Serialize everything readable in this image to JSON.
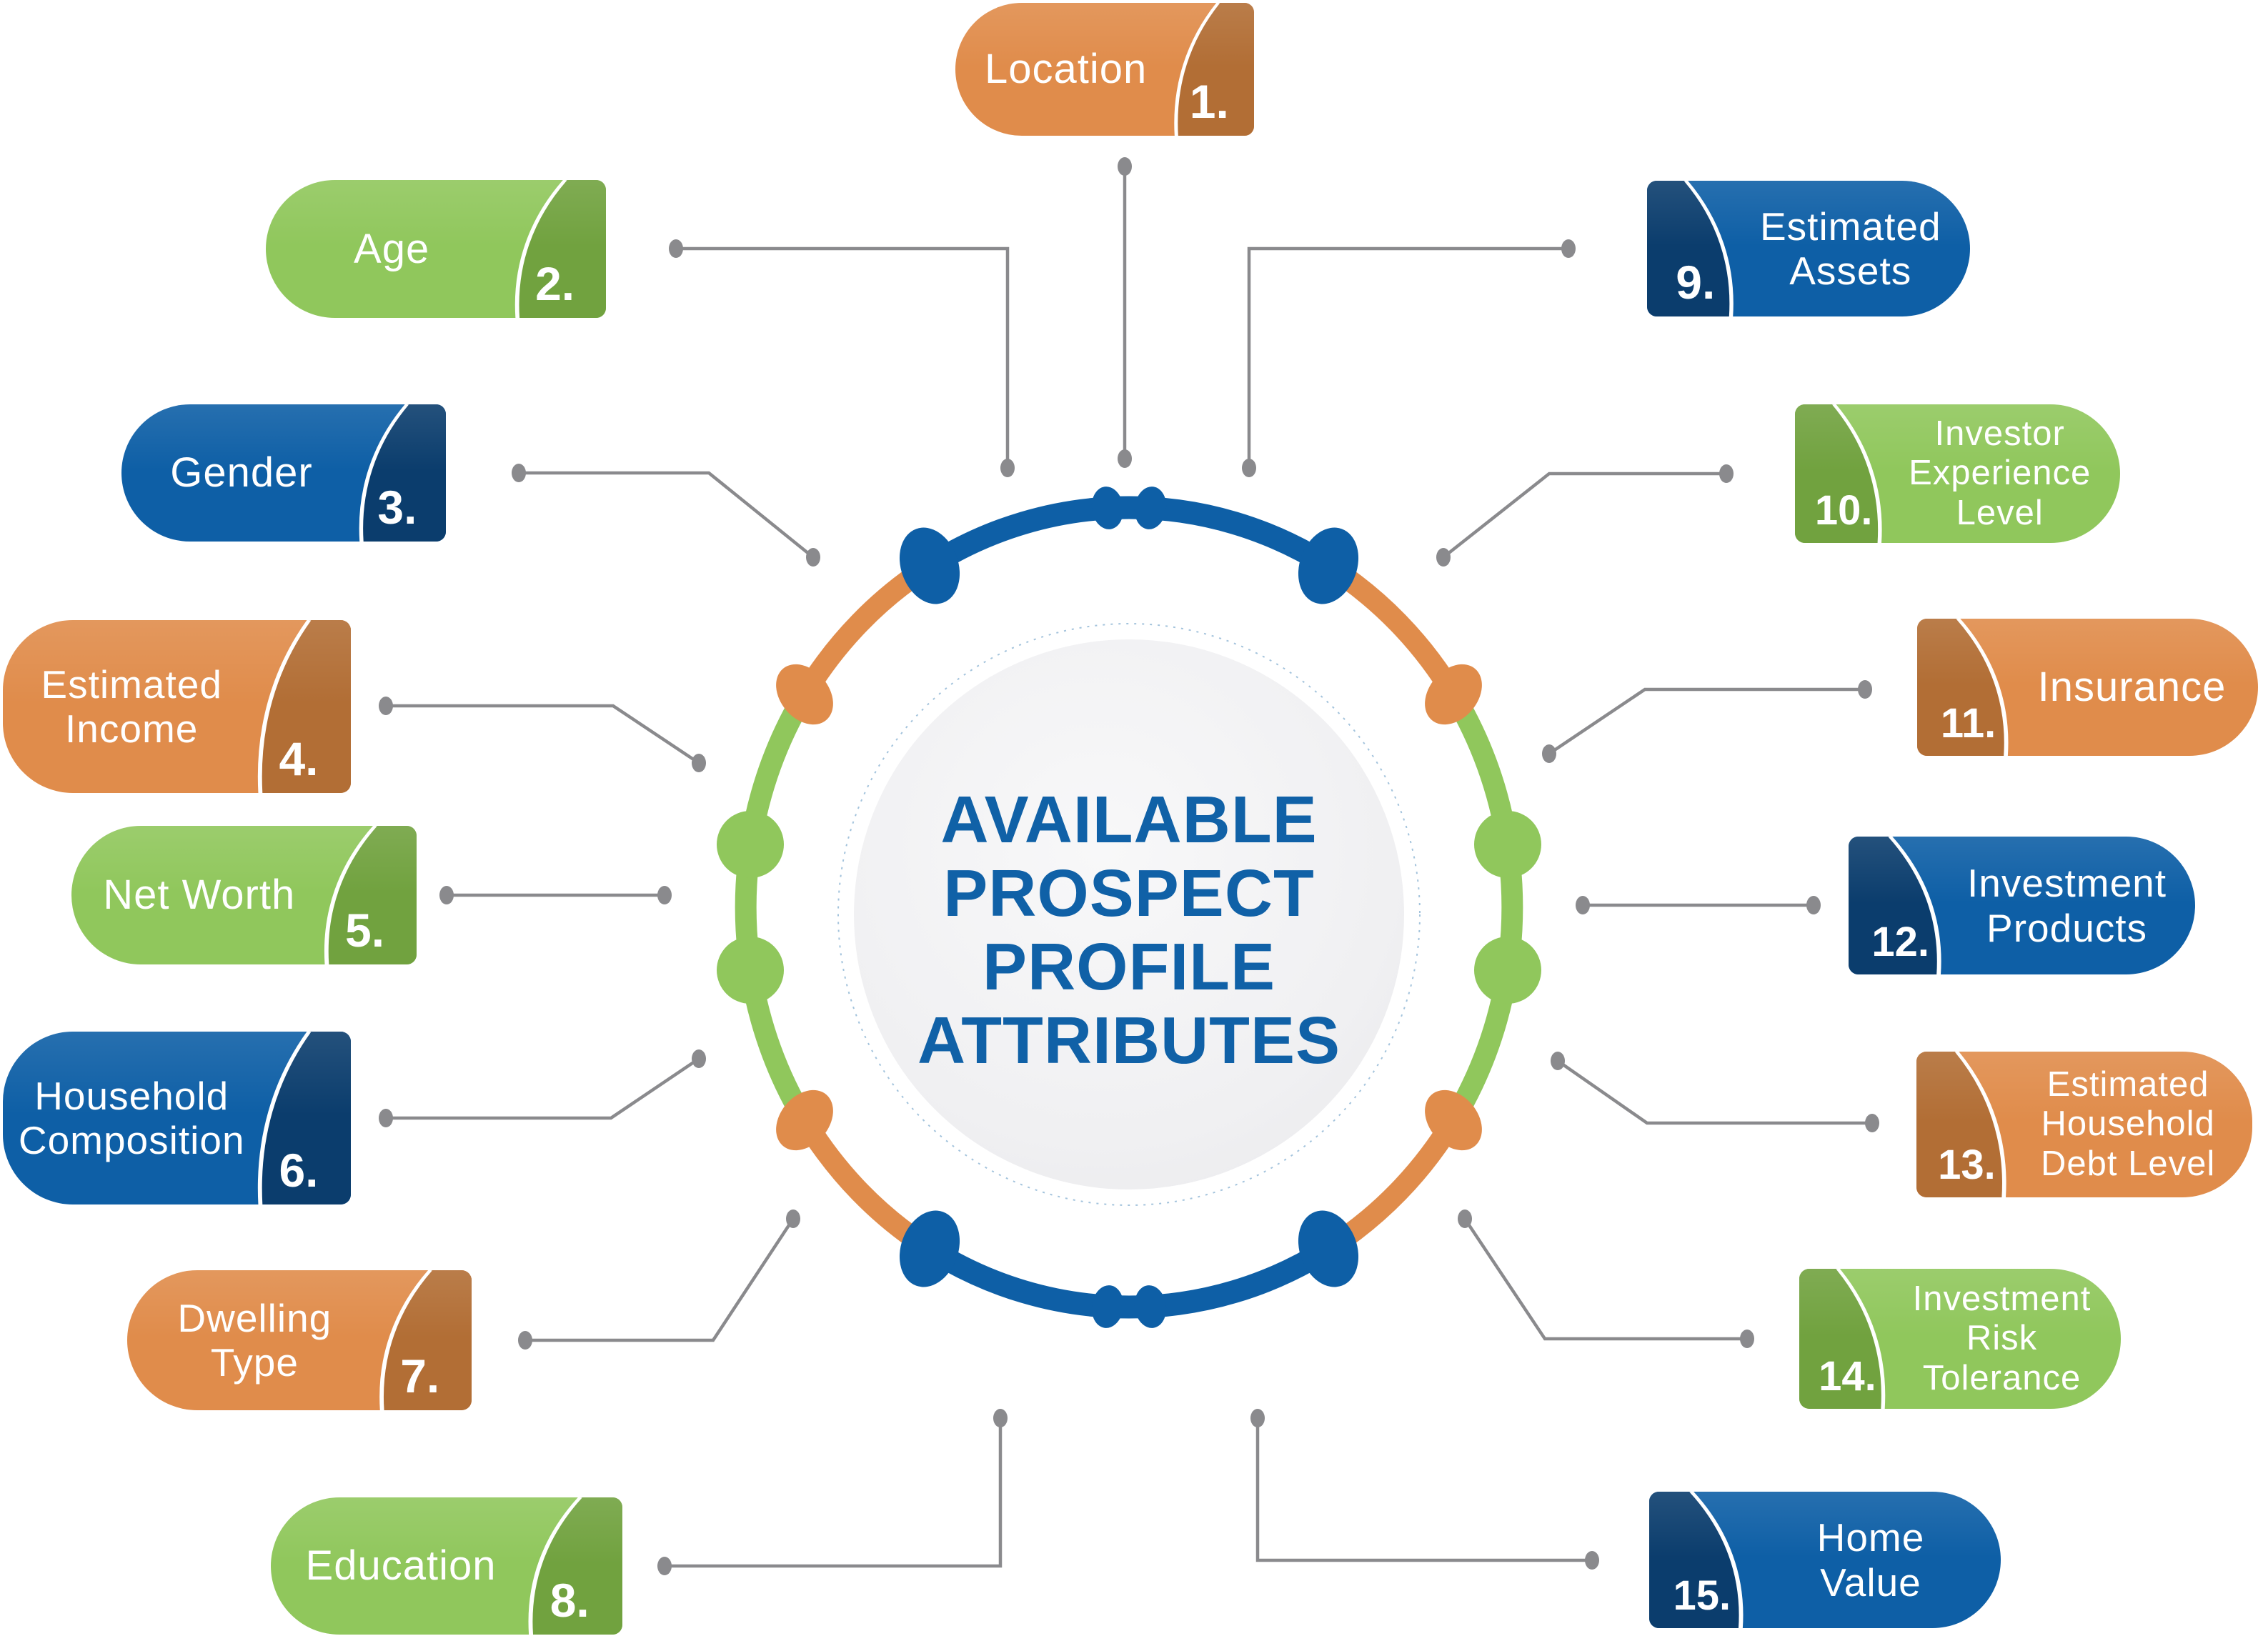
{
  "title": {
    "text": "AVAILABLE PROSPECT PROFILE ATTRIBUTES",
    "lines": [
      "AVAILABLE",
      "PROSPECT",
      "PROFILE",
      "ATTRIBUTES"
    ]
  },
  "colors": {
    "orange": "#E08C4B",
    "orange_dark": "#B26E35",
    "green": "#90C75C",
    "green_dark": "#71A23F",
    "blue": "#0E5FA6",
    "blue_dark": "#0B3D6D",
    "connector_gray": "#8A8A8D",
    "title_blue": "#1061A7",
    "circle_fill": "#EFEFF1",
    "dashed_ring": "#A3C3DC"
  },
  "attributes": [
    {
      "num": "1.",
      "label": "Location",
      "lines": [
        "Location"
      ],
      "color": "orange"
    },
    {
      "num": "2.",
      "label": "Age",
      "lines": [
        "Age"
      ],
      "color": "green"
    },
    {
      "num": "3.",
      "label": "Gender",
      "lines": [
        "Gender"
      ],
      "color": "blue"
    },
    {
      "num": "4.",
      "label": "Estimated Income",
      "lines": [
        "Estimated",
        "Income"
      ],
      "color": "orange"
    },
    {
      "num": "5.",
      "label": "Net Worth",
      "lines": [
        "Net Worth"
      ],
      "color": "green"
    },
    {
      "num": "6.",
      "label": "Household Composition",
      "lines": [
        "Household",
        "Composition"
      ],
      "color": "blue"
    },
    {
      "num": "7.",
      "label": "Dwelling Type",
      "lines": [
        "Dwelling",
        "Type"
      ],
      "color": "orange"
    },
    {
      "num": "8.",
      "label": "Education",
      "lines": [
        "Education"
      ],
      "color": "green"
    },
    {
      "num": "9.",
      "label": "Estimated Assets",
      "lines": [
        "Estimated",
        "Assets"
      ],
      "color": "blue"
    },
    {
      "num": "10.",
      "label": "Investor Experience Level",
      "lines": [
        "Investor",
        "Experience",
        "Level"
      ],
      "color": "green"
    },
    {
      "num": "11.",
      "label": "Insurance",
      "lines": [
        "Insurance"
      ],
      "color": "orange"
    },
    {
      "num": "12.",
      "label": "Investment Products",
      "lines": [
        "Investment",
        "Products"
      ],
      "color": "blue"
    },
    {
      "num": "13.",
      "label": "Estimated Household Debt Level",
      "lines": [
        "Estimated",
        "Household",
        "Debt Level"
      ],
      "color": "orange"
    },
    {
      "num": "14.",
      "label": "Investment Risk Tolerance",
      "lines": [
        "Investment",
        "Risk",
        "Tolerance"
      ],
      "color": "green"
    },
    {
      "num": "15.",
      "label": "Home Value",
      "lines": [
        "Home",
        "Value"
      ],
      "color": "blue"
    }
  ]
}
